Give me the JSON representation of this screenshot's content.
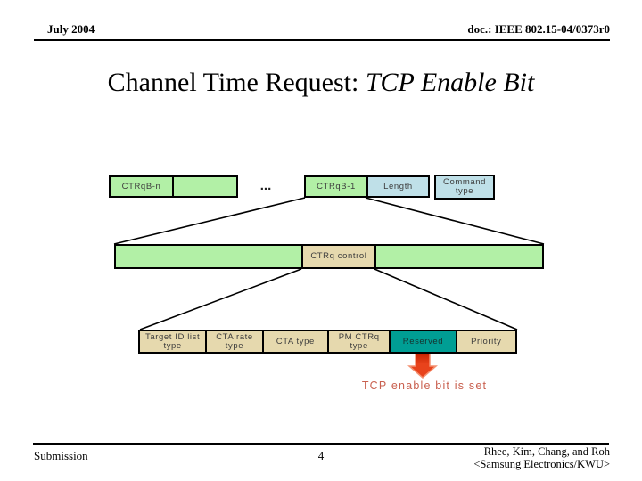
{
  "header": {
    "date": "July 2004",
    "doc_id": "doc.: IEEE 802.15-04/0373r0"
  },
  "title": {
    "regular": "Channel Time Request: ",
    "italic": "TCP Enable Bit"
  },
  "diagram": {
    "ellipsis": "...",
    "fields": {
      "ctrqb_n": "CTRqB-n",
      "ctrqb_1": "CTRqB-1",
      "length": "Length",
      "command_type": "Command type",
      "ctrq_control": "CTRq control",
      "target_id_list_type": "Target ID list type",
      "cta_rate_type": "CTA rate type",
      "cta_type": "CTA type",
      "pm_ctrq_type": "PM CTRq type",
      "reserved": "Reserved",
      "priority": "Priority"
    },
    "annotation": "TCP enable bit is set",
    "colors": {
      "field_green": "#b2f0a6",
      "field_blue": "#bfe0e8",
      "field_tan": "#e6d9ae",
      "reserved_teal": "#009e94",
      "arrow_red": "#e8431c",
      "arrow_red_dark": "#c32100",
      "arrow_outline": "#f49070",
      "annotation_red": "#c9604f"
    }
  },
  "footer": {
    "left": "Submission",
    "page_number": "4",
    "right_line1": "Rhee, Kim, Chang, and Roh",
    "right_line2": "<Samsung Electronics/KWU>"
  }
}
